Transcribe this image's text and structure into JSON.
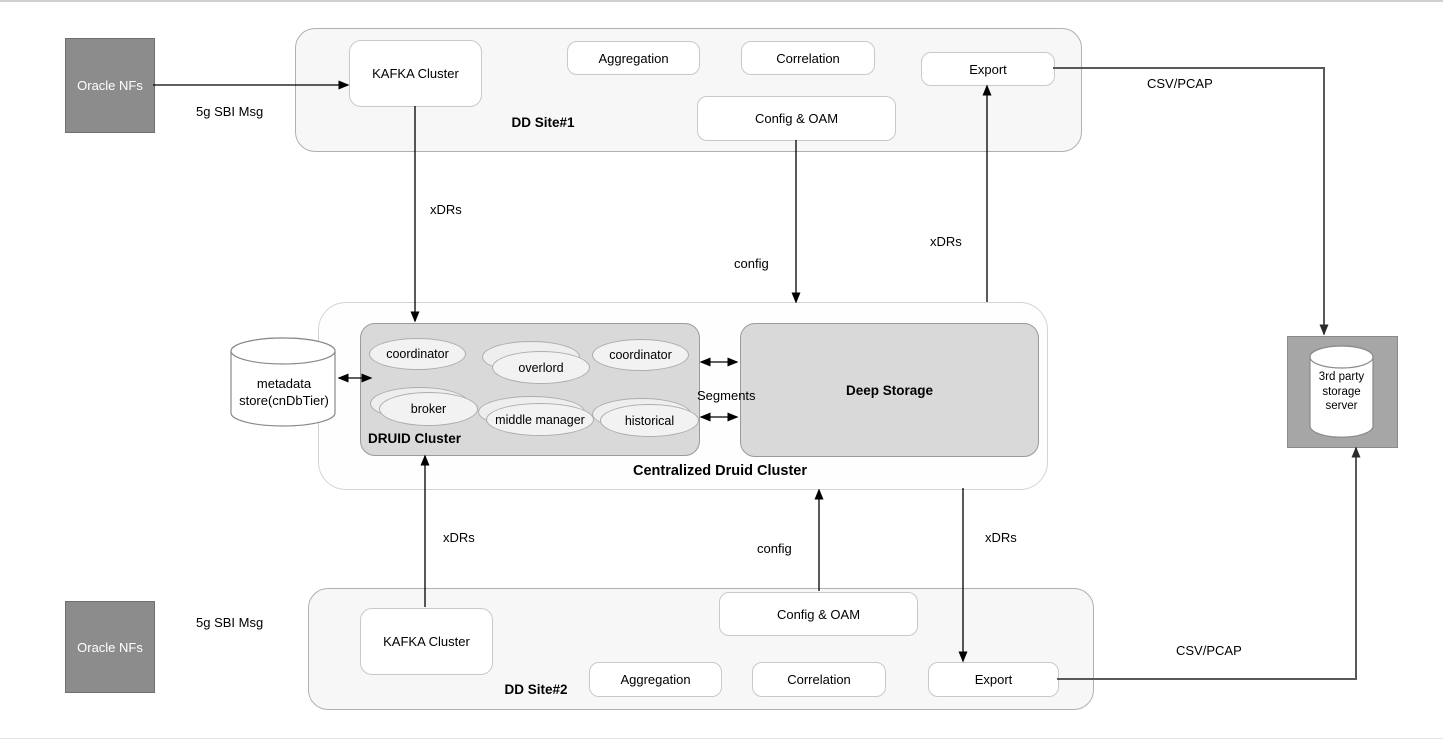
{
  "colors": {
    "canvas_bg": "#ffffff",
    "site_fill": "#f7f7f7",
    "site_border": "#b0b0b0",
    "node_fill": "#ffffff",
    "node_border": "#c9c9c9",
    "oracle_fill": "#8c8c8c",
    "oracle_text": "#ffffff",
    "druid_box_fill": "#d9d9d9",
    "druid_box_border": "#9a9a9a",
    "ellipse_fill": "#f2f2f2",
    "deep_storage_fill": "#d9d9d9",
    "third_party_fill": "#a6a6a6",
    "arrow_color": "#000000",
    "csv_line_color": "#595959"
  },
  "nodes": {
    "oracle_top": "Oracle NFs",
    "oracle_bottom": "Oracle NFs",
    "site1": {
      "label": "DD Site#1",
      "kafka": "KAFKA Cluster",
      "aggregation": "Aggregation",
      "correlation": "Correlation",
      "config_oam": "Config & OAM",
      "export": "Export"
    },
    "site2": {
      "label": "DD Site#2",
      "kafka": "KAFKA Cluster",
      "aggregation": "Aggregation",
      "correlation": "Correlation",
      "config_oam": "Config & OAM",
      "export": "Export"
    },
    "druid_container_label": "Centralized Druid Cluster",
    "druid_cluster": {
      "label": "DRUID Cluster",
      "coordinator1": "coordinator",
      "overlord": "overlord",
      "coordinator2": "coordinator",
      "broker": "broker",
      "middle_manager": "middle manager",
      "historical": "historical"
    },
    "deep_storage": "Deep Storage",
    "metadata_store": {
      "line1": "metadata",
      "line2": "store(cnDbTier)"
    },
    "third_party": {
      "line1": "3rd party",
      "line2": "storage",
      "line3": "server"
    }
  },
  "edges": {
    "sbi_top": "5g SBI Msg",
    "sbi_bottom": "5g SBI Msg",
    "xdrs_kafka1": "xDRs",
    "xdrs_export1": "xDRs",
    "xdrs_kafka2": "xDRs",
    "xdrs_export2": "xDRs",
    "config_site1": "config",
    "config_site2": "config",
    "segments": "Segments",
    "csv_pcap_top": "CSV/PCAP",
    "csv_pcap_bottom": "CSV/PCAP"
  }
}
